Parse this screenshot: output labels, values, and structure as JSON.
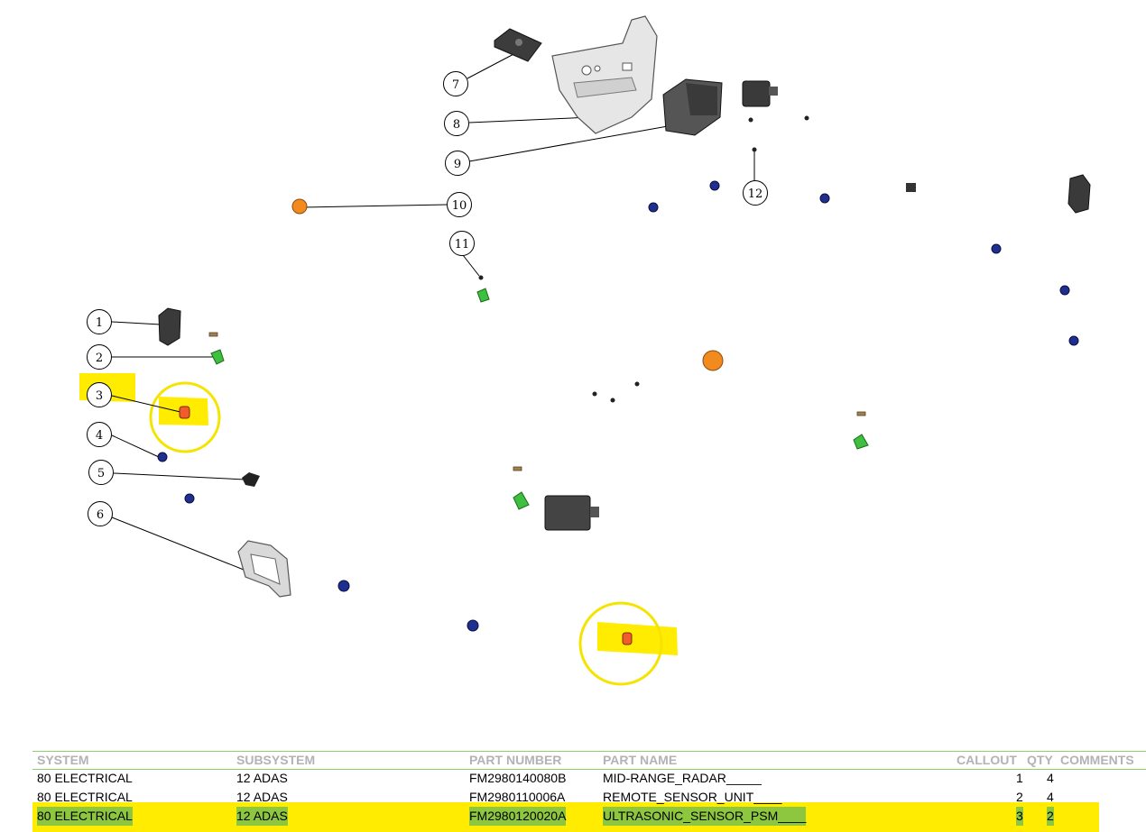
{
  "diagram": {
    "callouts": [
      "1",
      "2",
      "3",
      "4",
      "5",
      "6",
      "7",
      "8",
      "9",
      "10",
      "11",
      "12"
    ],
    "colors": {
      "highlight_yellow": "#ffec00",
      "circle_yellow": "#f5e400",
      "part_orange": "#f28a1e",
      "part_green": "#3fbf3f",
      "part_blue": "#1f2f8f",
      "part_dark": "#333333",
      "table_rule": "#8fcf6c",
      "row_text_green": "#8dc63f"
    }
  },
  "table": {
    "headers": {
      "system": "SYSTEM",
      "subsystem": "SUBSYSTEM",
      "part_number": "PART NUMBER",
      "part_name": "PART NAME",
      "callout": "CALLOUT",
      "qty": "QTY",
      "comments": "COMMENTS"
    },
    "rows": [
      {
        "system": "80 ELECTRICAL",
        "subsystem": "12 ADAS",
        "part_number": "FM2980140080B",
        "part_name": "MID-RANGE_RADAR_____",
        "callout": "1",
        "qty": "4",
        "highlighted": false
      },
      {
        "system": "80 ELECTRICAL",
        "subsystem": "12 ADAS",
        "part_number": "FM2980110006A",
        "part_name": "REMOTE_SENSOR_UNIT____",
        "callout": "2",
        "qty": "4",
        "highlighted": false
      },
      {
        "system": "80 ELECTRICAL",
        "subsystem": "12 ADAS",
        "part_number": "FM2980120020A",
        "part_name": "ULTRASONIC_SENSOR_PSM____",
        "callout": "3",
        "qty": "2",
        "highlighted": true
      }
    ]
  }
}
